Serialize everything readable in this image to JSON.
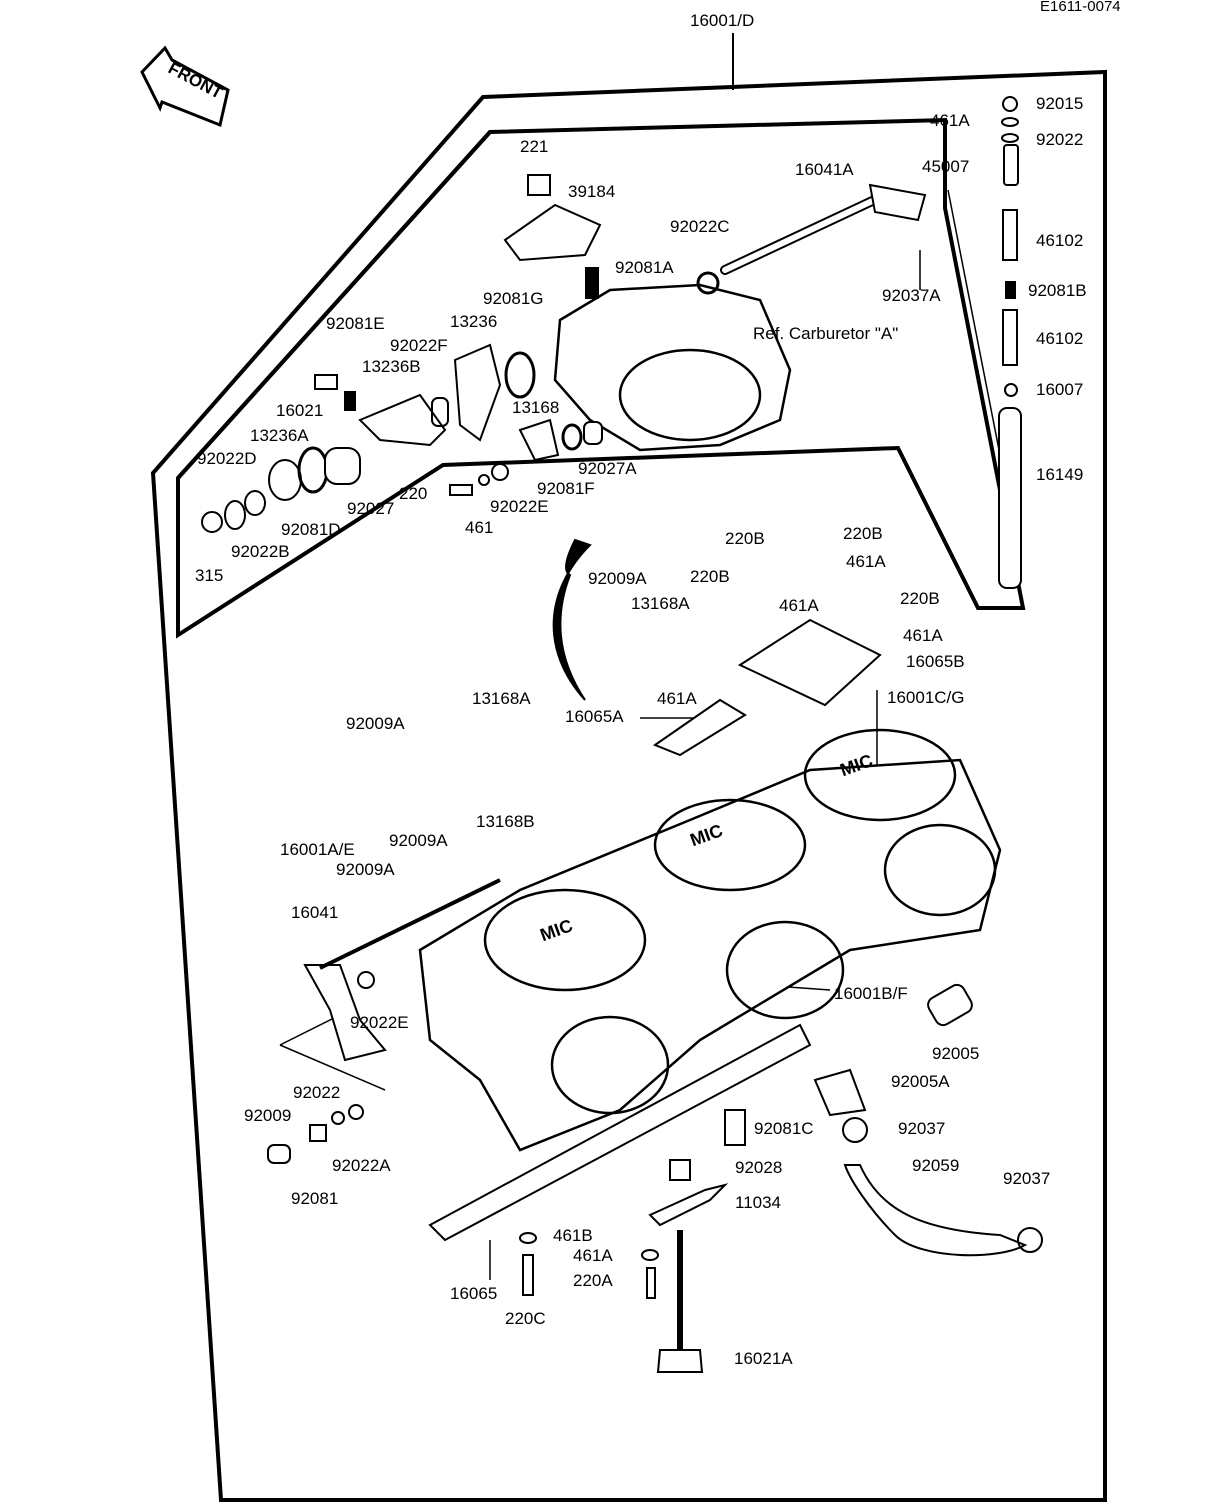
{
  "drawing_id": "E1611-0074",
  "front_label": "FRONT",
  "ref_note": "Ref. Carburetor \"A\"",
  "labels": {
    "p16001D": "16001/D",
    "p221": "221",
    "p39184": "39184",
    "p16041A": "16041A",
    "p92015": "92015",
    "p461A_top": "461A",
    "p92022_top": "92022",
    "p45007": "45007",
    "p92022C": "92022C",
    "p92081A": "92081A",
    "p46102_a": "46102",
    "p92037A": "92037A",
    "p92081B": "92081B",
    "p46102_b": "46102",
    "p16007": "16007",
    "p16149": "16149",
    "p92081G": "92081G",
    "p92081E": "92081E",
    "p13236": "13236",
    "p92022F": "92022F",
    "p13236B": "13236B",
    "p16021": "16021",
    "p13168": "13168",
    "p13236A": "13236A",
    "p92022D": "92022D",
    "p92027A": "92027A",
    "p92081F": "92081F",
    "p220": "220",
    "p92027": "92027",
    "p92022E_top": "92022E",
    "p92081D": "92081D",
    "p461": "461",
    "p92022B": "92022B",
    "p315": "315",
    "p220B_a": "220B",
    "p220B_b": "220B",
    "p461A_a": "461A",
    "p92009A_a": "92009A",
    "p220B_c": "220B",
    "p13168A_a": "13168A",
    "p461A_b": "461A",
    "p220B_d": "220B",
    "p461A_c": "461A",
    "p16065B": "16065B",
    "p13168A_b": "13168A",
    "p461A_d": "461A",
    "p16001CG": "16001C/G",
    "p92009A_b": "92009A",
    "p16065A": "16065A",
    "p13168B": "13168B",
    "p92009A_c": "92009A",
    "p16001AE": "16001A/E",
    "p92009A_d": "92009A",
    "p16041": "16041",
    "p16001BF": "16001B/F",
    "p92022E_b": "92022E",
    "p92005": "92005",
    "p92005A": "92005A",
    "p92022_b": "92022",
    "p92009": "92009",
    "p92081C": "92081C",
    "p92037_a": "92037",
    "p92022A": "92022A",
    "p92028": "92028",
    "p92059": "92059",
    "p92037_b": "92037",
    "p92081": "92081",
    "p11034": "11034",
    "p461B": "461B",
    "p461A_e": "461A",
    "p220A": "220A",
    "p16065": "16065",
    "p220C": "220C",
    "p16021A": "16021A"
  },
  "carb_logo": "MIC"
}
